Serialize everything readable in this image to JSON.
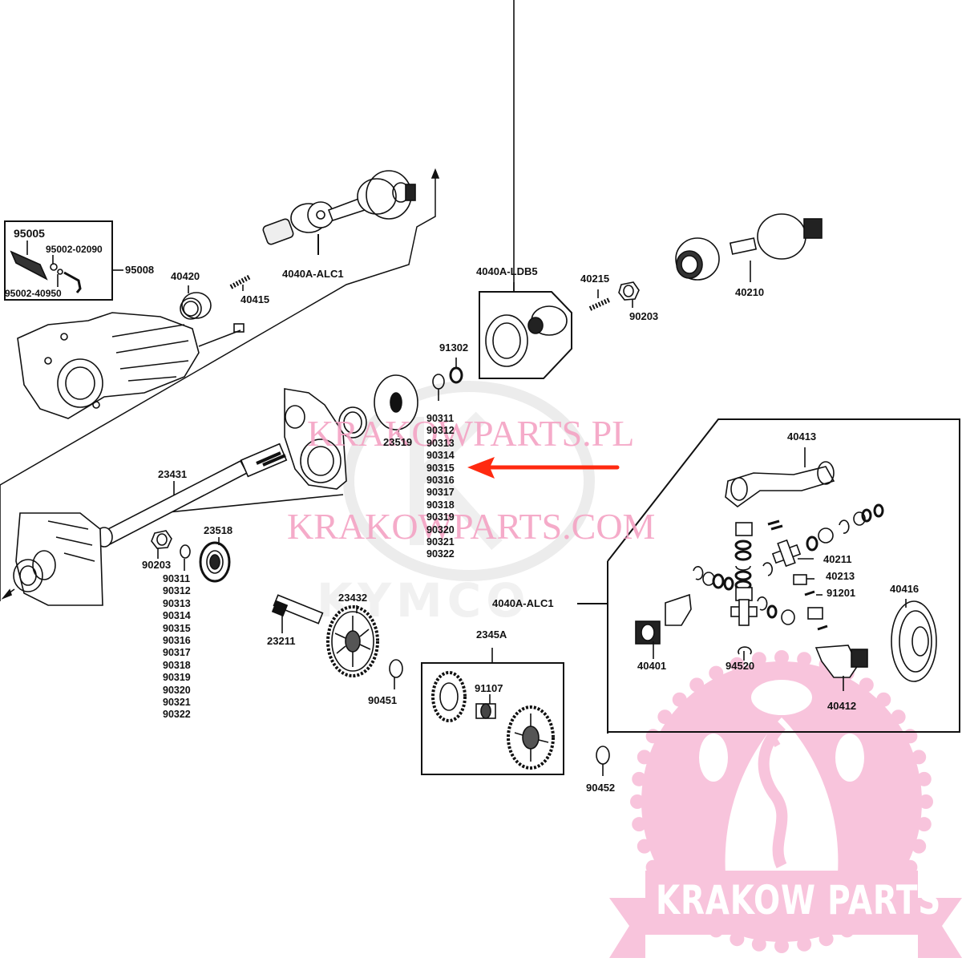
{
  "diagram": {
    "title": "Exploded parts diagram - drive shaft / gear assembly",
    "brand_watermark": "KYMCO",
    "watermarks": [
      "KRAKOWPARTS.PL",
      "KRAKOWPARTS.COM"
    ],
    "logo_text": "KRAKOW PARTS",
    "colors": {
      "line": "#111111",
      "watermark": "#f4a3c4",
      "arrow": "#ff2a10",
      "logo": "#f8c4dc"
    },
    "highlight_arrow_target": "90315",
    "labels": {
      "p95005": "95005",
      "p95002_02090": "95002-02090",
      "p95008": "95008",
      "p95002_40950": "95002-40950",
      "p40420": "40420",
      "p40415": "40415",
      "p4040A_ALC1_top": "4040A-ALC1",
      "p4040A_LDB5": "4040A-LDB5",
      "p40215": "40215",
      "p90203_top": "90203",
      "p40210": "40210",
      "p91302": "91302",
      "p23519": "23519",
      "p23431": "23431",
      "p23518": "23518",
      "p90203_left": "90203",
      "p23432": "23432",
      "p23211": "23211",
      "p90451": "90451",
      "p2345A": "2345A",
      "p91107": "91107",
      "p90452": "90452",
      "p4040A_ALC1_mid": "4040A-ALC1",
      "p40413": "40413",
      "p40211": "40211",
      "p40213": "40213",
      "p91201": "91201",
      "p40416": "40416",
      "p40401": "40401",
      "p94520": "94520",
      "p40412": "40412"
    },
    "shim_list_center": [
      "90311",
      "90312",
      "90313",
      "90314",
      "90315",
      "90316",
      "90317",
      "90318",
      "90319",
      "90320",
      "90321",
      "90322"
    ],
    "shim_list_left": [
      "90311",
      "90312",
      "90313",
      "90314",
      "90315",
      "90316",
      "90317",
      "90318",
      "90319",
      "90320",
      "90321",
      "90322"
    ]
  }
}
